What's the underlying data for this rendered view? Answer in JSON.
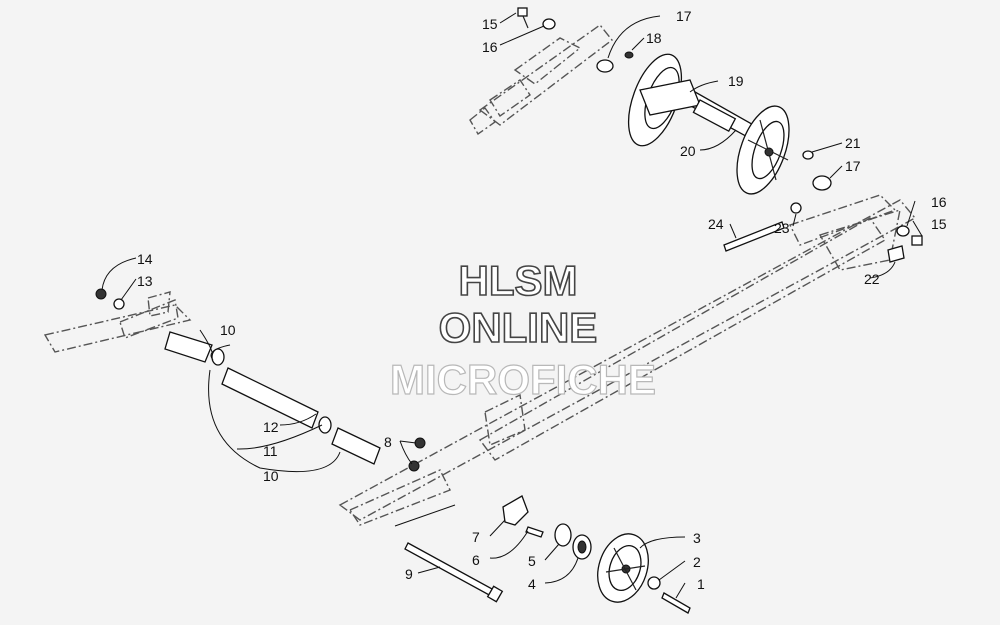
{
  "watermark": {
    "line1": "HLSM",
    "line2": "ONLINE",
    "line3": "MICROFICHE"
  },
  "callouts": [
    "1",
    "2",
    "3",
    "4",
    "5",
    "6",
    "7",
    "8",
    "9",
    "10",
    "10",
    "11",
    "12",
    "13",
    "14",
    "15",
    "15",
    "16",
    "16",
    "17",
    "17",
    "18",
    "19",
    "20",
    "21",
    "22",
    "23",
    "24"
  ]
}
